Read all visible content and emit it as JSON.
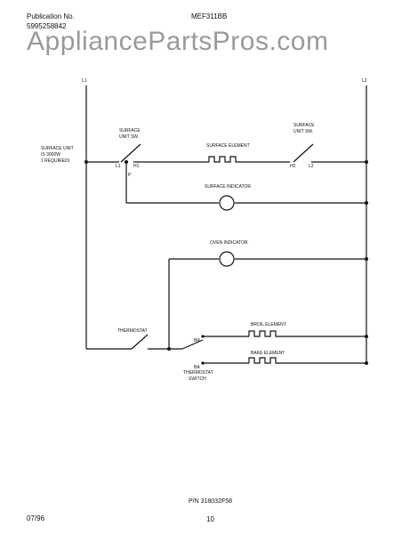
{
  "header": {
    "publication_label": "Publication No.",
    "publication_number": "5995258842",
    "model": "MEF311BB",
    "watermark": "AppliancePartsPros.com"
  },
  "diagram": {
    "lines": {
      "left": "L1",
      "right": "L2"
    },
    "labels": {
      "surface_unit": "SURFACE UNIT",
      "unit_note_1": "IS 3000W",
      "unit_note_2": "1 REQUIRED)",
      "surface_switch_left": "SURFACE",
      "surface_switch_left_2": "UNIT SW.",
      "surface_element": "SURFACE ELEMENT",
      "surface_switch_right": "SURFACE",
      "surface_switch_right_2": "UNIT SW.",
      "surface_indicator": "SURFACE INDICATOR",
      "oven_indicator": "OVEN INDICATOR",
      "thermostat": "THERMOSTAT",
      "broil_element": "BROIL ELEMENT",
      "bake_element": "BAKE ELEMENT",
      "thermostat_switch": "THERMOSTAT",
      "thermostat_switch_2": "SWITCH",
      "term_l1": "L1",
      "term_h1": "H1",
      "term_h2": "H2",
      "term_l2": "L2",
      "term_p": "P",
      "term_br": "BR",
      "term_ba": "BA"
    }
  },
  "footer": {
    "date": "07/96",
    "page": "10",
    "part_number": "P/N 318032F58"
  }
}
